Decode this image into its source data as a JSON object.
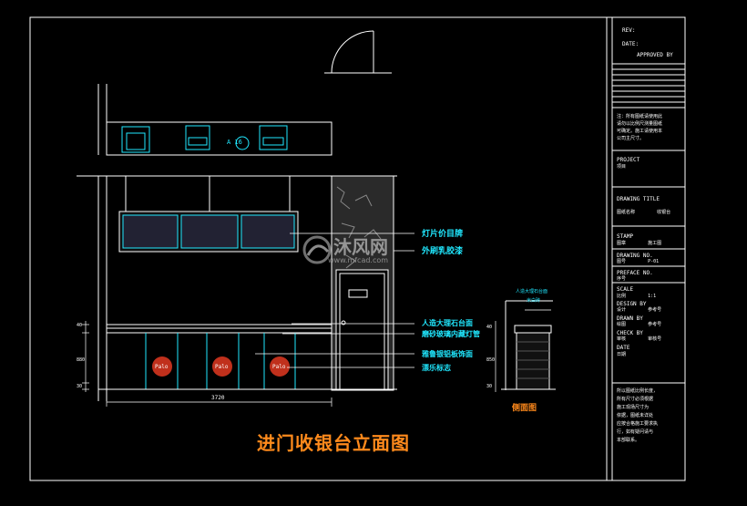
{
  "drawing": {
    "title": "进门收银台立面图",
    "side_view_label": "侧面图",
    "dimensions": {
      "total_width": "3720",
      "height_mid": "880",
      "height_top": "40",
      "height_bottom": "30",
      "side_top": "40",
      "side_mid": "850",
      "side_bottom": "30"
    },
    "sign_label": "A 16",
    "annotations": [
      "灯片价目牌",
      "外刷乳胶漆",
      "人造大理石台面",
      "磨砂玻璃内藏灯管",
      "雅鲁银铝板饰面",
      "漂乐标志"
    ],
    "logos": [
      "Palo",
      "Palo",
      "Palo"
    ],
    "side_labels": [
      "人造大理石台面",
      "米白砖"
    ]
  },
  "title_block": {
    "rev": "REV:",
    "date": "DATE:",
    "approved_by": "APPROVED BY",
    "notes": "注：所有图纸请使用此\n请勿以比例尺测量图纸\n可确定。施工请使用本\n公司主尺寸。",
    "project_label": "PROJECT",
    "project_value": "项目",
    "drawing_title_label": "DRAWING TITLE",
    "drawing_title_value": "图纸名称        收银台",
    "stamp_label": "STAMP",
    "stamp_value": "图章        施工图",
    "drawing_no_label": "DRAWING NO.",
    "drawing_no_value": "图号        P-01",
    "preface_label": "PREFACE NO.",
    "preface_value": "序号",
    "scale_label": "SCALE",
    "scale_value": "比例        1:1",
    "design_label": "DESIGN BY",
    "design_value": "设计        参考号",
    "drawn_label": "DRAWN BY",
    "drawn_value": "绘图        参考号",
    "check_label": "CHECK BY",
    "check_value": "审核        审核号",
    "date_label": "DATE",
    "date_value": "日期",
    "footer_note": "所以图纸比例长度，\n所有尺寸必须根据\n施工现场尺寸为\n依据，图纸未详处\n应按合格施工要求执\n行，如有疑问请与\n本部联系。"
  },
  "watermark": {
    "text": "沐风网",
    "url": "www.mfcad.com"
  },
  "colors": {
    "background": "#000000",
    "line_white": "#ffffff",
    "line_cyan": "#20e8ff",
    "title_orange": "#ff8a1c",
    "logo_red": "#c0301c"
  }
}
